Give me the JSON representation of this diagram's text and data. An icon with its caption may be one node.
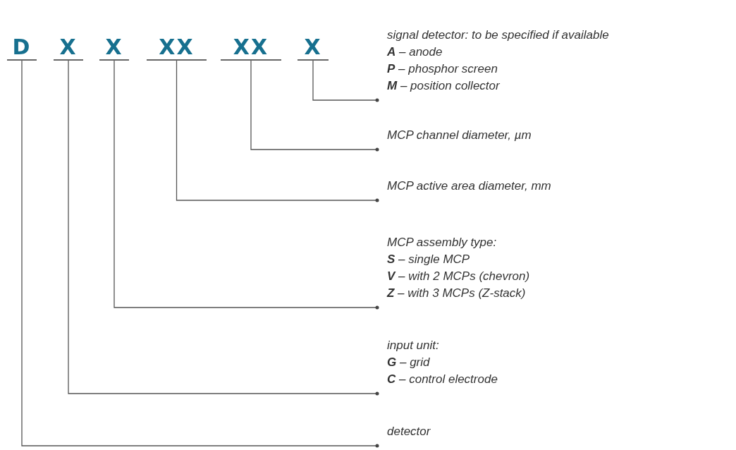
{
  "diagram": {
    "nodes": [
      {
        "text": [
          "D"
        ]
      },
      {
        "text": [
          "X"
        ]
      },
      {
        "text": [
          "X"
        ]
      },
      {
        "text": [
          "XX"
        ]
      },
      {
        "text": [
          "XX"
        ]
      },
      {
        "text": [
          "X"
        ]
      },
      {
        "text": [
          "signal detector: to be specified if available",
          "**A** – anode",
          "**P** – phosphor screen",
          "**M** – position collector"
        ]
      },
      {
        "text": [
          "MCP channel diameter, µm"
        ]
      },
      {
        "text": [
          "MCP active area diameter, mm"
        ]
      },
      {
        "text": [
          "MCP assembly type:",
          "**S** – single MCP",
          "**V** – with 2 MCPs (chevron)",
          "**Z** – with 3 MCPs (Z-stack)"
        ]
      },
      {
        "text": [
          "input unit:",
          "**G** – grid",
          "**C** – control electrode"
        ]
      },
      {
        "text": [
          "detector"
        ]
      }
    ],
    "edges": [
      {
        "from": 5,
        "to": 6,
        "arrow": "other"
      },
      {
        "from": 4,
        "to": 7,
        "arrow": "other"
      },
      {
        "from": 3,
        "to": 8,
        "arrow": "other"
      },
      {
        "from": 2,
        "to": 9,
        "arrow": "other"
      },
      {
        "from": 1,
        "to": 10,
        "arrow": "other"
      },
      {
        "from": 0,
        "to": 11,
        "arrow": "other"
      }
    ]
  }
}
